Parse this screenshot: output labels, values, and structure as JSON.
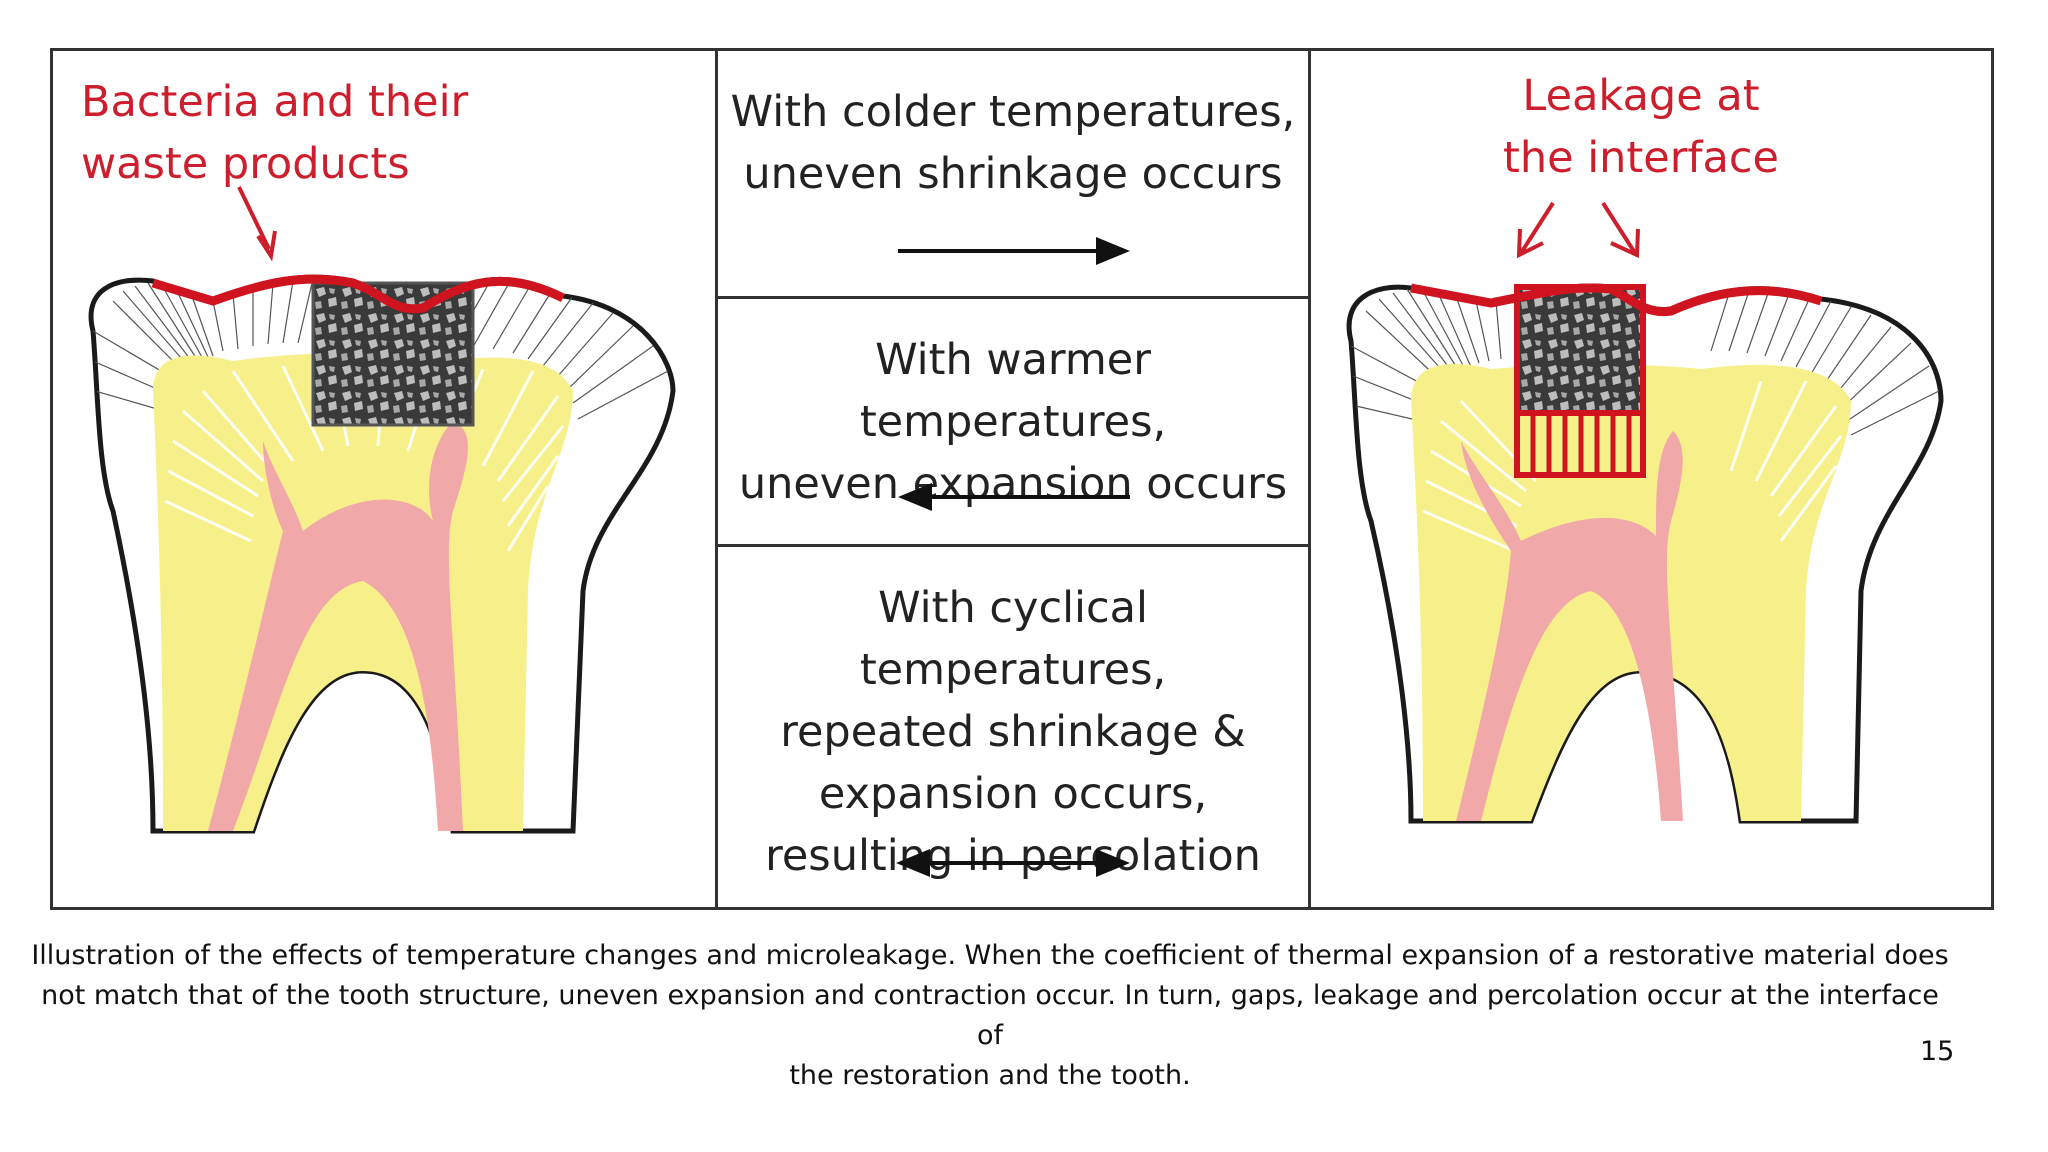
{
  "figure": {
    "left_label": "Bacteria and their\nwaste products",
    "right_label": "Leakage at\nthe interface",
    "cells": [
      {
        "text": "With colder temperatures,\nuneven shrinkage occurs",
        "arrow": "right"
      },
      {
        "text": "With warmer temperatures,\nuneven expansion occurs",
        "arrow": "left"
      },
      {
        "text": "With cyclical temperatures,\nrepeated shrinkage &\nexpansion occurs,\nresulting in percolation",
        "arrow": "both"
      }
    ],
    "colors": {
      "enamel_outline": "#1a1a1a",
      "dentin": "#f7f08a",
      "pulp": "#f0a8a8",
      "restoration": "#555555",
      "label_red": "#cc1e2c",
      "border": "#333333"
    }
  },
  "caption": "Illustration of the effects of temperature changes and microleakage. When the coefficient of thermal expansion of a restorative material does\nnot match that of the tooth structure, uneven expansion and contraction occur. In turn, gaps, leakage and percolation occur at the interface of\nthe restoration and the tooth.",
  "page_number": "15"
}
